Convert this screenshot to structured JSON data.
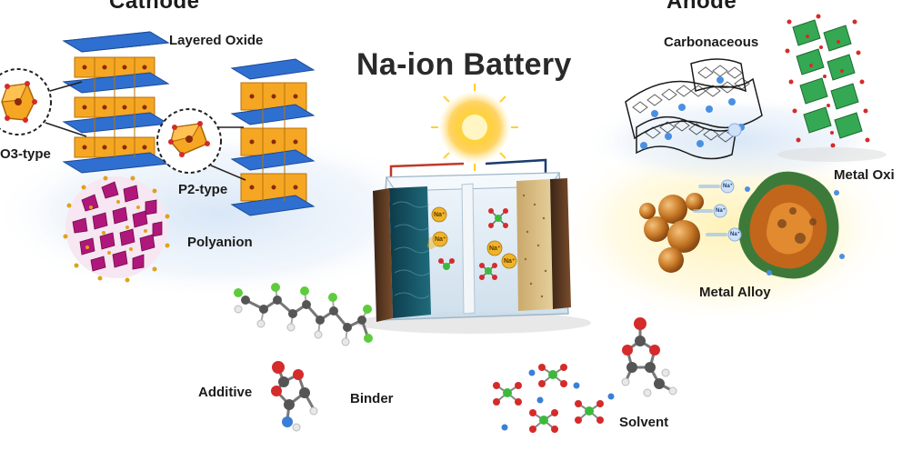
{
  "title": "Na-ion Battery",
  "cathode": {
    "heading": "Cathode",
    "layered_oxide": "Layered Oxide",
    "o3_type": "O3-type",
    "p2_type": "P2-type",
    "polyanion": "Polyanion"
  },
  "anode": {
    "heading": "Anode",
    "carbonaceous": "Carbonaceous",
    "metal_oxide": "Metal Oxi",
    "metal_alloy": "Metal Alloy"
  },
  "electrolyte": {
    "additive": "Additive",
    "binder": "Binder",
    "solvent": "Solvent"
  },
  "ion_labels": [
    "Na⁺",
    "Na⁺",
    "Na⁺",
    "Na⁺",
    "Na⁺",
    "Na⁺",
    "Na⁺"
  ],
  "colors": {
    "octahedron_blue": "#2f6fd0",
    "prism_orange": "#f5a623",
    "glow_blue": "#dbe8f7",
    "glow_yellow": "#fff3bf",
    "atom_green": "#3cb93c",
    "atom_red": "#d52b2b",
    "atom_grey": "#5a5a5a"
  }
}
